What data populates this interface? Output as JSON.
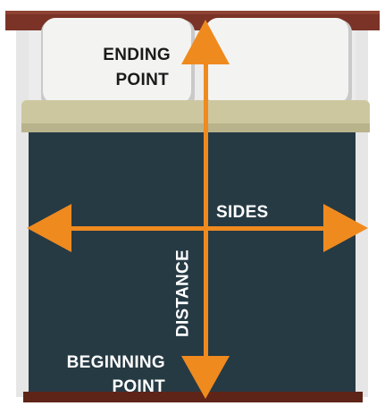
{
  "labels": {
    "ending_line1": "ENDING",
    "ending_line2": "POINT",
    "sides": "SIDES",
    "distance": "DISTANCE",
    "beginning_line1": "BEGINNING",
    "beginning_line2": "POINT"
  },
  "colors": {
    "headboard": "#7a3326",
    "pillow": "#f0f0ef",
    "pillow_shadow": "#c9c9c9",
    "blanket_fold": "#cdc7a0",
    "blanket": "#263a44",
    "sheet_edge": "#e6e6e6",
    "footboard": "#5e2418",
    "arrow": "#ef8a1f"
  }
}
